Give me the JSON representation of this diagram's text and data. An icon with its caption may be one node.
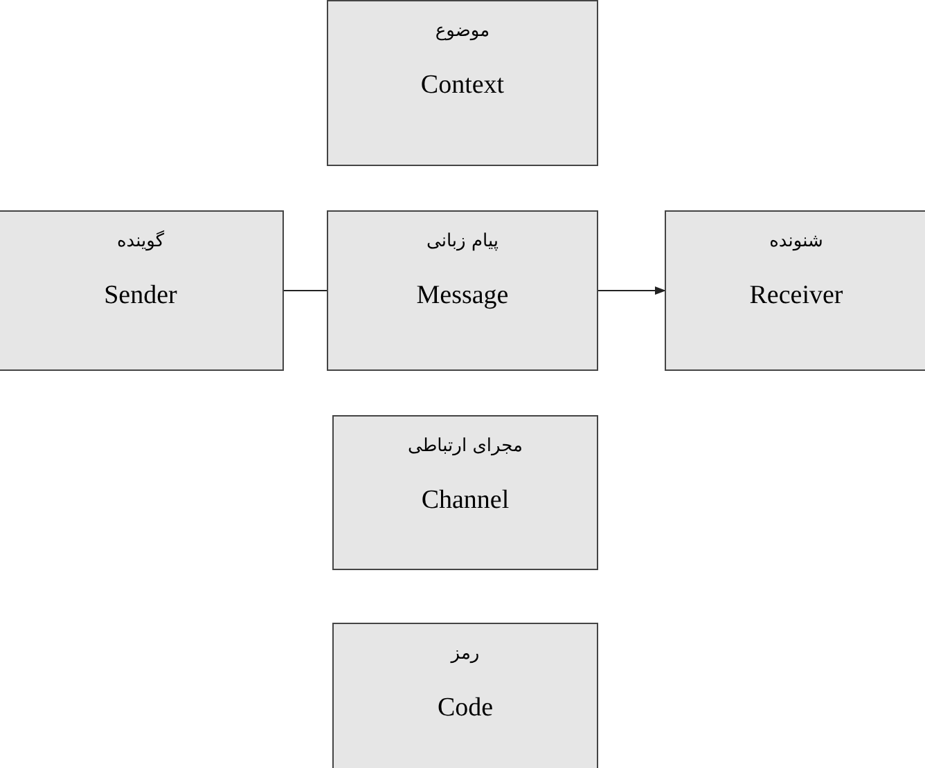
{
  "diagram": {
    "nodes": [
      {
        "text": [
          "موضوع",
          "Context"
        ]
      },
      {
        "text": [
          "گوینده",
          "Sender"
        ]
      },
      {
        "text": [
          "پیام زبانی",
          "Message"
        ]
      },
      {
        "text": [
          "شنونده",
          "Receiver"
        ]
      },
      {
        "text": [
          "مجرای ارتباطی",
          "Channel"
        ]
      },
      {
        "text": [
          "رمز",
          "Code"
        ]
      }
    ],
    "edges": [
      {
        "from": 1,
        "to": 2,
        "arrow": "none"
      },
      {
        "from": 2,
        "to": 3,
        "arrow": "to"
      }
    ]
  }
}
